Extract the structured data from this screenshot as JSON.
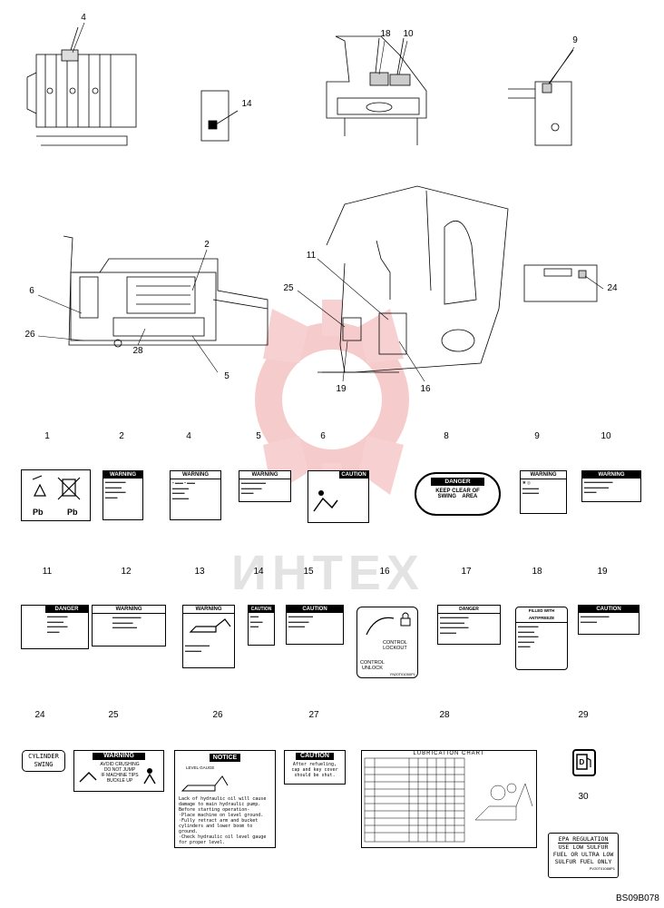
{
  "figure": {
    "code": "BS09B078",
    "watermark": "ИНТЕХ"
  },
  "callouts_top": {
    "c4": "4",
    "c14": "14",
    "c18": "18",
    "c10": "10",
    "c9": "9",
    "c2": "2",
    "c6": "6",
    "c26": "26",
    "c28": "28",
    "c5": "5",
    "c11": "11",
    "c25": "25",
    "c19": "19",
    "c16": "16",
    "c24": "24"
  },
  "decals": {
    "d1": {
      "num": "1",
      "pb_left": "Pb",
      "pb_right": "Pb"
    },
    "d2": {
      "num": "2",
      "header": "WARNING"
    },
    "d4": {
      "num": "4",
      "header": "WARNING"
    },
    "d5": {
      "num": "5",
      "header": "WARNING"
    },
    "d6": {
      "num": "6",
      "header": "CAUTION"
    },
    "d8": {
      "num": "8",
      "header": "DANGER",
      "line1": "KEEP CLEAR OF",
      "line2": "SWING    AREA"
    },
    "d9": {
      "num": "9",
      "header": "WARNING"
    },
    "d10": {
      "num": "10",
      "header": "WARNING"
    },
    "d11": {
      "num": "11",
      "header": "DANGER"
    },
    "d12": {
      "num": "12",
      "header": "WARNING"
    },
    "d13": {
      "num": "13",
      "header": "WARNING"
    },
    "d14": {
      "num": "14",
      "header": "CAUTION"
    },
    "d15": {
      "num": "15",
      "header": "CAUTION"
    },
    "d16": {
      "num": "16",
      "lock": "CONTROL\nLOCKOUT",
      "unlock": "CONTROL\nUNLOCK",
      "part": "YN20T01050P1"
    },
    "d17": {
      "num": "17",
      "header": "DANGER"
    },
    "d18": {
      "num": "18",
      "header": "FILLED WITH ANTIFREEZE"
    },
    "d19": {
      "num": "19",
      "header": "CAUTION"
    },
    "d24": {
      "num": "24",
      "line1": "CYLINDER",
      "line2": "SWING"
    },
    "d25": {
      "num": "25",
      "header": "WARNING",
      "line1": "AVOID CRUSHING",
      "line2": "DO NOT JUMP",
      "line3": "IF MACHINE TIPS",
      "line4": "BUCKLE UP"
    },
    "d26": {
      "num": "26",
      "header": "NOTICE",
      "gauge": "LEVEL GAUGE",
      "text": "Lack of hydraulic oil will cause damage to main hydraulic pump.\nBefore starting operation-\n·Place machine on level ground.\n·Fully retract arm and bucket cylinders and lower boom to ground.\n·Check hydraulic oil level gauge for proper level."
    },
    "d27": {
      "num": "27",
      "header": "CAUTION",
      "text": "After refueling,\ncap and key cover\nshould be shut."
    },
    "d28": {
      "num": "28",
      "header": "LUBRICATION CHART"
    },
    "d29": {
      "num": "29"
    },
    "d30": {
      "num": "30",
      "line1": "EPA REGULATION",
      "line2": "USE LOW SULFUR",
      "line3": "FUEL OR ULTRA LOW",
      "line4": "SULFUR FUEL ONLY",
      "part": "PV20T01088P1"
    }
  },
  "colors": {
    "watermark": "#f4c6c6",
    "ink": "#000000"
  }
}
